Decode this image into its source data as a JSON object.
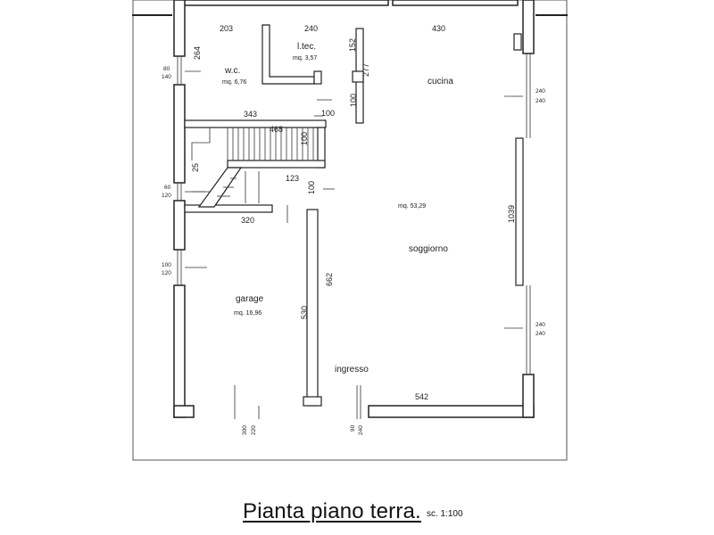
{
  "caption": {
    "title": "Pianta piano terra.",
    "scale": "sc. 1:100"
  },
  "rooms": {
    "wc": {
      "name": "w.c.",
      "area": "mq. 6,76"
    },
    "ltec": {
      "name": "l.tec.",
      "area": "mq. 3,57"
    },
    "cucina": {
      "name": "cucina"
    },
    "soggiorno": {
      "name": "soggiorno",
      "area": "mq. 53,29"
    },
    "garage": {
      "name": "garage",
      "area": "mq. 16,96"
    },
    "ingresso": {
      "name": "ingresso"
    }
  },
  "dims": {
    "d203": "203",
    "d240": "240",
    "d430": "430",
    "d152": "152",
    "d277": "277",
    "d264": "264",
    "d343": "343",
    "d468": "468",
    "d100a": "100",
    "d100b": "100",
    "d100c": "100",
    "d100d": "100",
    "d25": "25",
    "d123": "123",
    "d320": "320",
    "d1039": "1039",
    "d662": "662",
    "d530": "530",
    "d542": "542"
  },
  "windows": {
    "w_left1": [
      "80",
      "140"
    ],
    "w_left2": [
      "60",
      "120"
    ],
    "w_left3": [
      "100",
      "120"
    ],
    "w_right1": [
      "240",
      "240"
    ],
    "w_right2": [
      "240",
      "240"
    ],
    "w_bot1": [
      "300",
      "220"
    ],
    "w_bot2": [
      "90",
      "240"
    ]
  }
}
